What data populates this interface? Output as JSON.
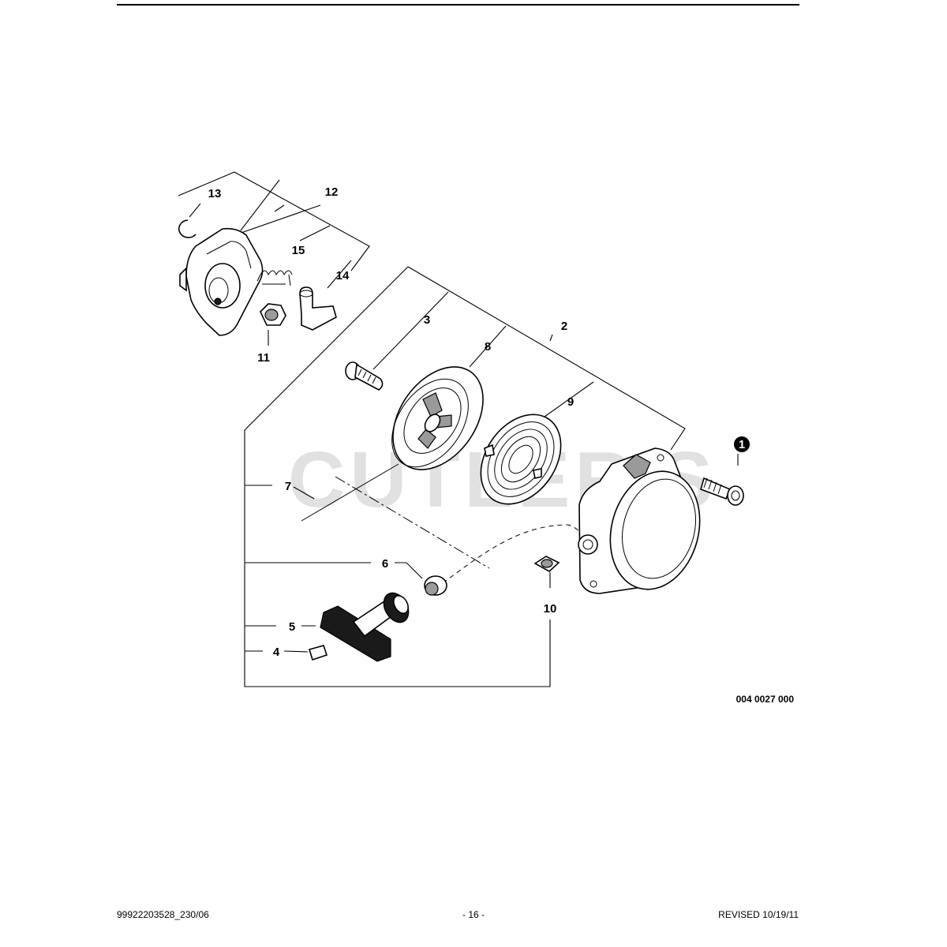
{
  "watermark": "CUTLER'S",
  "drawing_number": "004 0027 000",
  "callouts": {
    "c1": "1",
    "c2": "2",
    "c3": "3",
    "c4": "4",
    "c5": "5",
    "c6": "6",
    "c7": "7",
    "c8": "8",
    "c9": "9",
    "c10": "10",
    "c11": "11",
    "c12": "12",
    "c13": "13",
    "c14": "14",
    "c15": "15"
  },
  "footer": {
    "left": "99922203528_230/06",
    "center": "- 16 -",
    "right": "REVISED 10/19/11"
  }
}
